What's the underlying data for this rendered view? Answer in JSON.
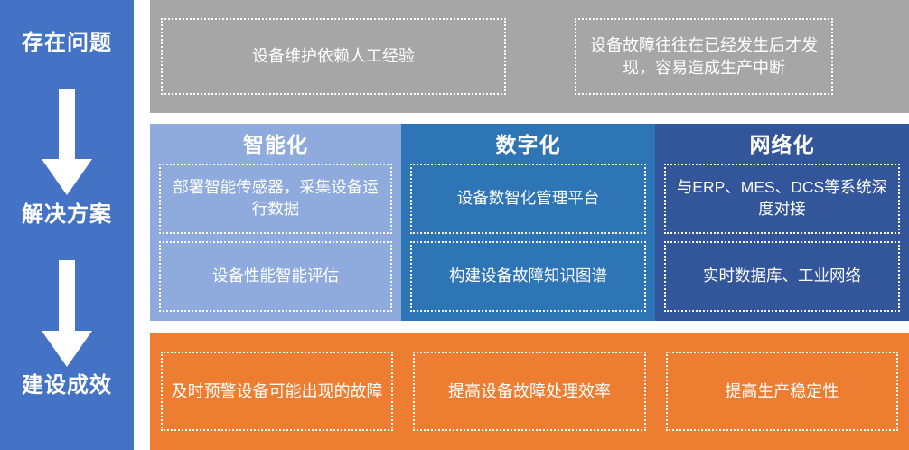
{
  "palette": {
    "rail_blue": "#4472C4",
    "problem_gray": "#A6A6A6",
    "intelligent_blue": "#8FAADC",
    "digital_blue": "#2E75B6",
    "network_blue": "#335599",
    "effect_orange": "#ED7D31",
    "text_white": "#FFFFFF"
  },
  "rail": {
    "stages": [
      {
        "label": "存在问题"
      },
      {
        "label": "解决方案"
      },
      {
        "label": "建设成效"
      }
    ],
    "arrows": [
      {
        "name": "down-arrow-icon"
      },
      {
        "name": "down-arrow-icon"
      }
    ]
  },
  "problems": {
    "items": [
      {
        "text": "设备维护依赖人工经验"
      },
      {
        "text": "设备故障往往在已经发生后才发现，容易造成生产中断"
      }
    ]
  },
  "solutions": {
    "columns": [
      {
        "title": "智能化",
        "items": [
          {
            "text": "部署智能传感器，采集设备运行数据"
          },
          {
            "text": "设备性能智能评估"
          }
        ]
      },
      {
        "title": "数字化",
        "items": [
          {
            "text": "设备数智化管理平台"
          },
          {
            "text": "构建设备故障知识图谱"
          }
        ]
      },
      {
        "title": "网络化",
        "items": [
          {
            "text": "与ERP、MES、DCS等系统深度对接"
          },
          {
            "text": "实时数据库、工业网络"
          }
        ]
      }
    ]
  },
  "effects": {
    "items": [
      {
        "text": "及时预警设备可能出现的故障"
      },
      {
        "text": "提高设备故障处理效率"
      },
      {
        "text": "提高生产稳定性"
      }
    ]
  }
}
